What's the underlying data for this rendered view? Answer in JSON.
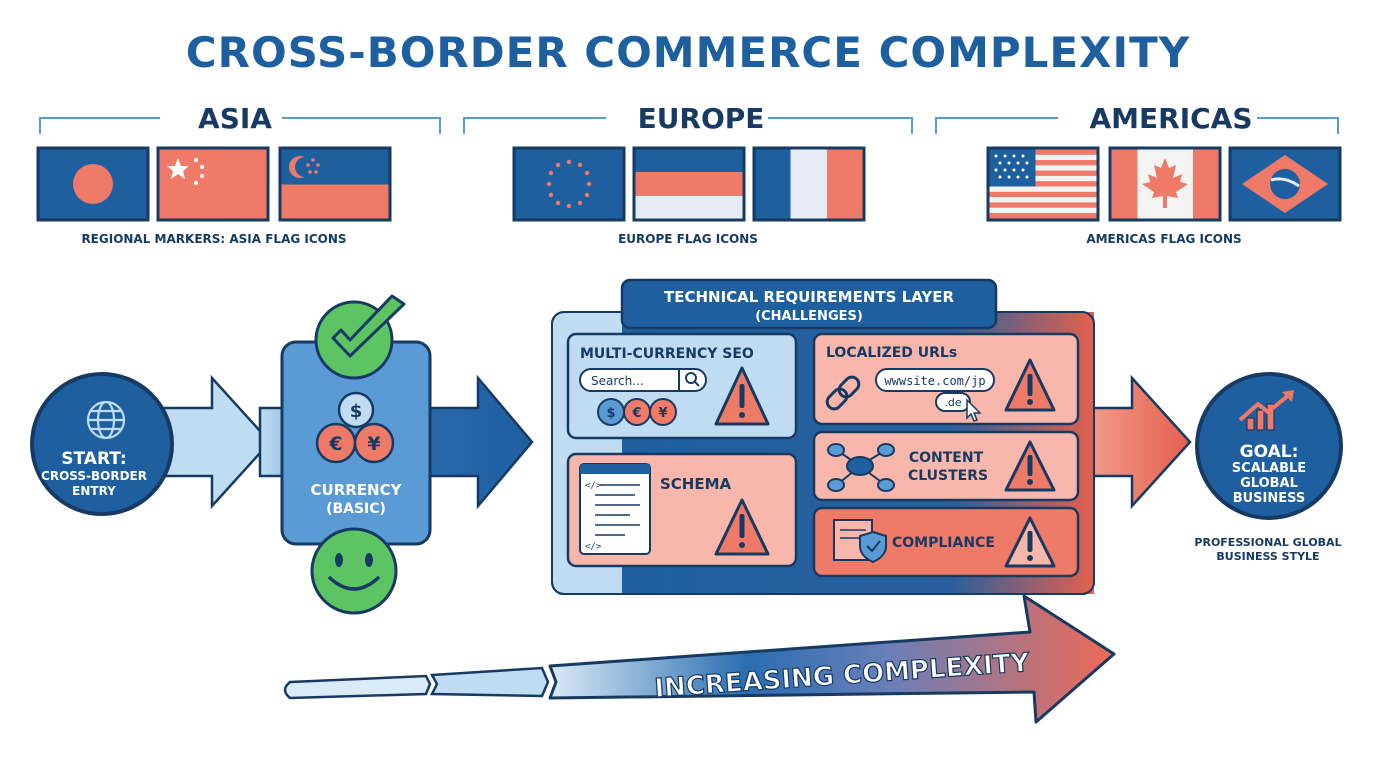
{
  "title": "CROSS-BORDER COMMERCE COMPLEXITY",
  "regions": [
    {
      "name": "ASIA",
      "caption": "REGIONAL MARKERS: ASIA FLAG ICONS"
    },
    {
      "name": "EUROPE",
      "caption": "EUROPE FLAG ICONS"
    },
    {
      "name": "AMERICAS",
      "caption": "AMERICAS FLAG ICONS"
    }
  ],
  "start": {
    "label": "START:",
    "line1": "CROSS-BORDER",
    "line2": "ENTRY"
  },
  "currency": {
    "line1": "CURRENCY",
    "line2": "(BASIC)",
    "symbols": [
      "$",
      "€",
      "¥"
    ]
  },
  "layer": {
    "title1": "TECHNICAL REQUIREMENTS LAYER",
    "title2": "(CHALLENGES)"
  },
  "cards": {
    "seo": {
      "label": "MULTI-CURRENCY SEO",
      "search_placeholder": "Search...",
      "coins": [
        "$",
        "€",
        "¥"
      ]
    },
    "urls": {
      "label": "LOCALIZED URLs",
      "url": "wwwsite.com/jp",
      "tld": ".de"
    },
    "schema": {
      "label": "SCHEMA",
      "code1": "</>",
      "code2": "</>"
    },
    "clusters": {
      "line1": "CONTENT",
      "line2": "CLUSTERS"
    },
    "compliance": {
      "label": "COMPLIANCE"
    }
  },
  "goal": {
    "label": "GOAL:",
    "line1": "SCALABLE",
    "line2": "GLOBAL",
    "line3": "BUSINESS",
    "caption1": "PROFESSIONAL GLOBAL",
    "caption2": "BUSINESS STYLE"
  },
  "complexity_label": "INCREASING COMPLEXITY",
  "colors": {
    "navy": "#173a63",
    "blue": "#1e5fa0",
    "mid_blue": "#5b9bd5",
    "light_blue": "#bfdcf2",
    "coral": "#f07a68",
    "light_coral": "#f8b7aa",
    "green": "#5cc463"
  }
}
